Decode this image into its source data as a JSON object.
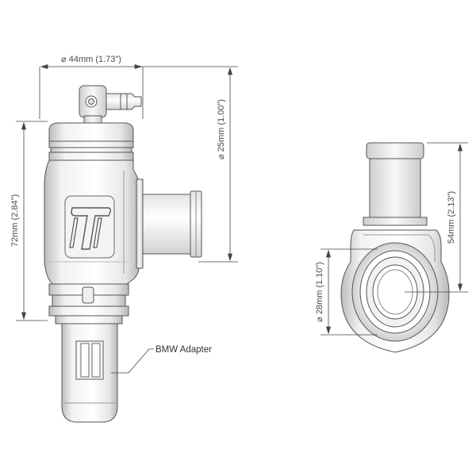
{
  "dimensions": {
    "top_width": "⌀ 44mm (1.73\")",
    "outlet_diameter": "⌀ 25mm (1.00\")",
    "body_height": "72mm (2.84\")",
    "inlet_diameter": "⌀ 28mm (1.10\")",
    "side_height": "54mm (2.13\")"
  },
  "callout": {
    "adapter_label": "BMW Adapter"
  },
  "colors": {
    "body_light": "#fafafa",
    "body_shade": "#c8c8c8",
    "line": "#555555",
    "dim_line": "#444444"
  }
}
